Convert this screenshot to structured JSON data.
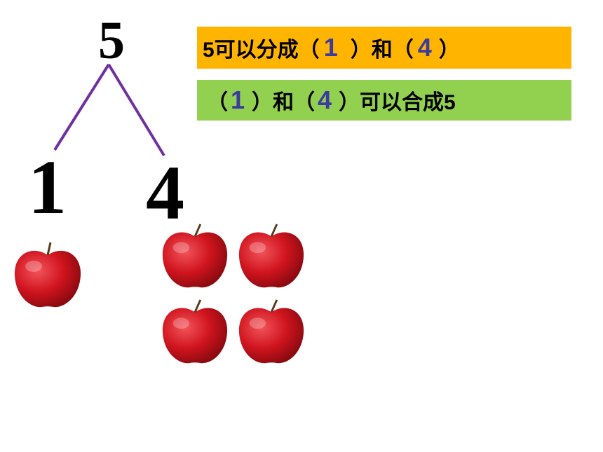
{
  "diagram": {
    "total": "5",
    "left_part": "1",
    "right_part": "4",
    "line_color": "#7030a0"
  },
  "statement_split": {
    "prefix": "5可以分成（",
    "answer1": "1",
    "middle": "）和（",
    "answer2": "4",
    "suffix": "）",
    "bg_color": "#ffb400"
  },
  "statement_combine": {
    "prefix": "（",
    "answer1": "1",
    "middle": "）和（",
    "answer2": "4",
    "suffix": "）可以合成5",
    "bg_color": "#92d050"
  },
  "apples": {
    "left_count": 1,
    "right_count": 4,
    "color": "#d0141e"
  }
}
